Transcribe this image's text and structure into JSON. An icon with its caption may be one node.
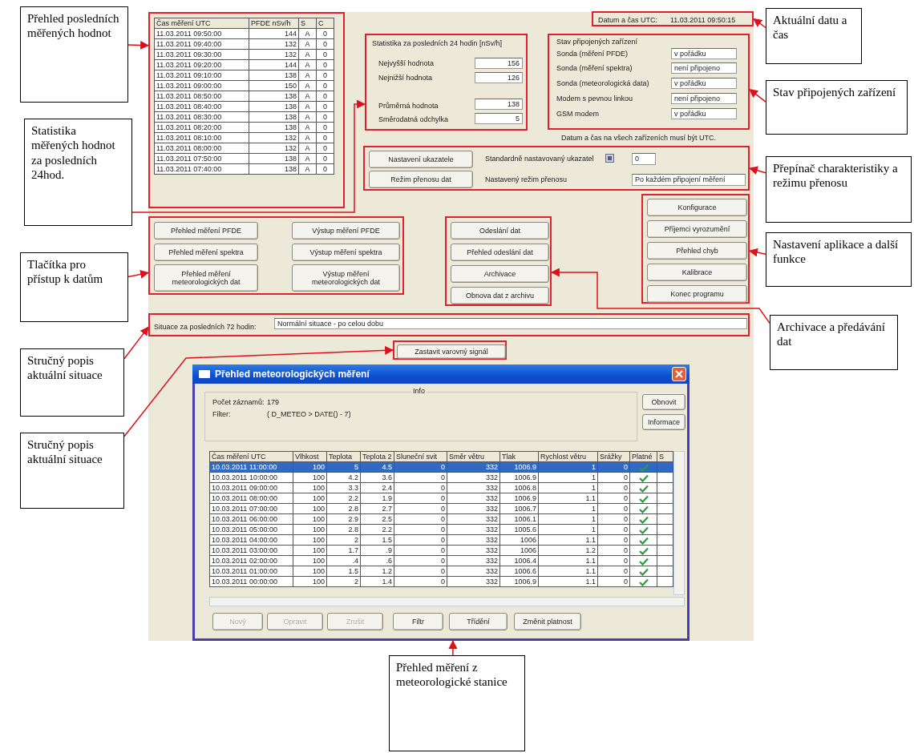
{
  "diagram": {
    "nodes": [
      {
        "text": [
          "Přehled posledních měřených hodnot"
        ]
      },
      {
        "text": [
          "Čas měření UTC",
          "PFDE nSv/h",
          "S",
          "C",
          "11.03.2011 09:50:00",
          "144",
          "A",
          "0",
          "11.03.2011 09:40:00",
          "132",
          "A",
          "0",
          "11.03.2011 09:30:00",
          "132",
          "A",
          "0",
          "11.03.2011 09:20:00",
          "144",
          "A",
          "0",
          "11.03.2011 09:10:00",
          "138",
          "A",
          "0",
          "11.03.2011 09:00:00",
          "150",
          "A",
          "0",
          "11.03.2011 08:50:00",
          "138",
          "A",
          "0",
          "11.03.2011 08:40:00",
          "138",
          "A",
          "0",
          "11.03.2011 08:30:00",
          "138",
          "A",
          "0",
          "11.03.2011 08:20:00",
          "138",
          "A",
          "0",
          "11.03.2011 08:10:00",
          "132",
          "A",
          "0",
          "11.03.2011 08:00:00",
          "132",
          "A",
          "0",
          "11.03.2011 07:50:00",
          "138",
          "A",
          "0",
          "11.03.2011 07:40:00",
          "138",
          "A",
          "0"
        ]
      },
      {
        "text": [
          "Statistika za posledních 24 hodin [nSv/h]",
          "Nejvyšší hodnota",
          "156",
          "Nejnižší hodnota",
          "126",
          "Průměrná hodnota",
          "138",
          "Směrodatná odchylka",
          "5"
        ]
      },
      {
        "text": [
          "Datum a čas UTC:",
          "11.03.2011 09:50:15"
        ]
      },
      {
        "text": [
          "Stav připojených zařízení",
          "Sonda (měření PFDE)",
          "v pořádku",
          "Sonda (měření spektra)",
          "není připojeno",
          "Sonda (meteorologická data)",
          "v pořádku",
          "Modem s pevnou linkou",
          "není připojeno",
          "GSM modem",
          "v pořádku"
        ]
      },
      {
        "text": [
          "Aktuální datu a čas"
        ]
      },
      {
        "text": [
          "Stav připojených zařízení"
        ]
      },
      {
        "text": [
          "Statistika měřených hodnot za posledních 24hod."
        ]
      },
      {
        "text": [
          "Nastavení ukazatele",
          "Standardně nastavovaný ukazatel",
          "0",
          "Režim přenosu dat",
          "Nastavený režim přenosu",
          "Po každém připojení měření"
        ]
      },
      {
        "text": [
          "Přepínač charakteristiky a režimu přenosu"
        ]
      },
      {
        "text": [
          "Přehled měření PFDE",
          "Výstup měření PFDE",
          "Přehled měření spektra",
          "Výstup měření spektra",
          "Přehled měření meteorologických dat",
          "Výstup měření meteorologických dat"
        ]
      },
      {
        "text": [
          "Odeslání dat",
          "Přehled odeslání dat",
          "Archivace",
          "Obnova dat z archivu"
        ]
      },
      {
        "text": [
          "Konfigurace",
          "Příjemci vyrozumění",
          "Přehled chyb",
          "Kalibrace",
          "Konec programu"
        ]
      },
      {
        "text": [
          "Tlačítka pro přístup k datům"
        ]
      },
      {
        "text": [
          "Nastavení aplikace a další funkce"
        ]
      },
      {
        "text": [
          "Situace za posledních 72 hodin:",
          "Normální situace - po celou dobu"
        ]
      },
      {
        "text": [
          "Archivace a předávání dat"
        ]
      },
      {
        "text": [
          "Stručný popis aktuální situace"
        ]
      },
      {
        "text": [
          "Zastavit varovný signál"
        ]
      },
      {
        "text": [
          "Přehled meteorologických měření",
          "Info",
          "Počet záznamů:",
          "179",
          "Filter:",
          "( D_METEO > DATE() - 7)",
          "Obnovit",
          "Informace",
          "Čas měření UTC",
          "Vlhkost",
          "Teplota",
          "Teplota 2",
          "Sluneční svit",
          "Směr větru",
          "Tlak",
          "Rychlost větru",
          "Srážky",
          "Platné",
          "S",
          "10.03.2011 11:00:00",
          "100",
          "5",
          "4.5",
          "0",
          "332",
          "1006.9",
          "1",
          "0",
          "10.03.2011 10:00:00",
          "100",
          "4.2",
          "3.6",
          "0",
          "332",
          "1006.9",
          "1",
          "0",
          "10.03.2011 09:00:00",
          "100",
          "3.3",
          "2.4",
          "0",
          "332",
          "1006.8",
          "1",
          "0",
          "10.03.2011 08:00:00",
          "100",
          "2.2",
          "1.9",
          "0",
          "332",
          "1006.9",
          "1.1",
          "0",
          "10.03.2011 07:00:00",
          "100",
          "2.8",
          "2.7",
          "0",
          "332",
          "1006.7",
          "1",
          "0",
          "10.03.2011 06:00:00",
          "100",
          "2.9",
          "2.5",
          "0",
          "332",
          "1006.1",
          "1",
          "0",
          "10.03.2011 05:00:00",
          "100",
          "2.8",
          "2.2",
          "0",
          "332",
          "1005.6",
          "1",
          "0",
          "10.03.2011 04:00:00",
          "100",
          "2",
          "1.5",
          "0",
          "332",
          "1006",
          "1.1",
          "0",
          "10.03.2011 03:00:00",
          "100",
          "1.7",
          ".9",
          "0",
          "332",
          "1006",
          "1.2",
          "0",
          "10.03.2011 02:00:00",
          "100",
          ".4",
          ".6",
          "0",
          "332",
          "1006.4",
          "1.1",
          "0",
          "10.03.2011 01:00:00",
          "100",
          "1.5",
          "1.2",
          "0",
          "332",
          "1006.6",
          "1.1",
          "0",
          "10.03.2011 00:00:00",
          "100",
          "2",
          "1.4",
          "0",
          "332",
          "1006.9",
          "1.1",
          "0",
          "Nový",
          "Opravit",
          "Zrušit",
          "Filtr",
          "Třídění",
          "Změnit platnost"
        ]
      },
      {
        "text": [
          "Stručný popis aktuální situace"
        ]
      },
      {
        "text": [
          "Přehled měření z meteorologické stanice"
        ]
      }
    ],
    "edges": [
      {
        "from": 0,
        "to": 1,
        "arrow": "to"
      },
      {
        "from": 7,
        "to": 2,
        "arrow": "to"
      },
      {
        "from": 5,
        "to": 3,
        "arrow": "to"
      },
      {
        "from": 6,
        "to": 4,
        "arrow": "to"
      },
      {
        "from": 9,
        "to": 8,
        "arrow": "to"
      },
      {
        "from": 13,
        "to": 10,
        "arrow": "to"
      },
      {
        "from": 14,
        "to": 12,
        "arrow": "to"
      },
      {
        "from": 16,
        "to": 11,
        "arrow": "to"
      },
      {
        "from": 17,
        "to": 15,
        "arrow": "to"
      },
      {
        "from": 20,
        "to": 18,
        "arrow": "to"
      },
      {
        "from": 21,
        "to": 19,
        "arrow": "to"
      }
    ],
    "labels": [
      "Datum a čas na všech zařízeních musí být UTC."
    ]
  }
}
